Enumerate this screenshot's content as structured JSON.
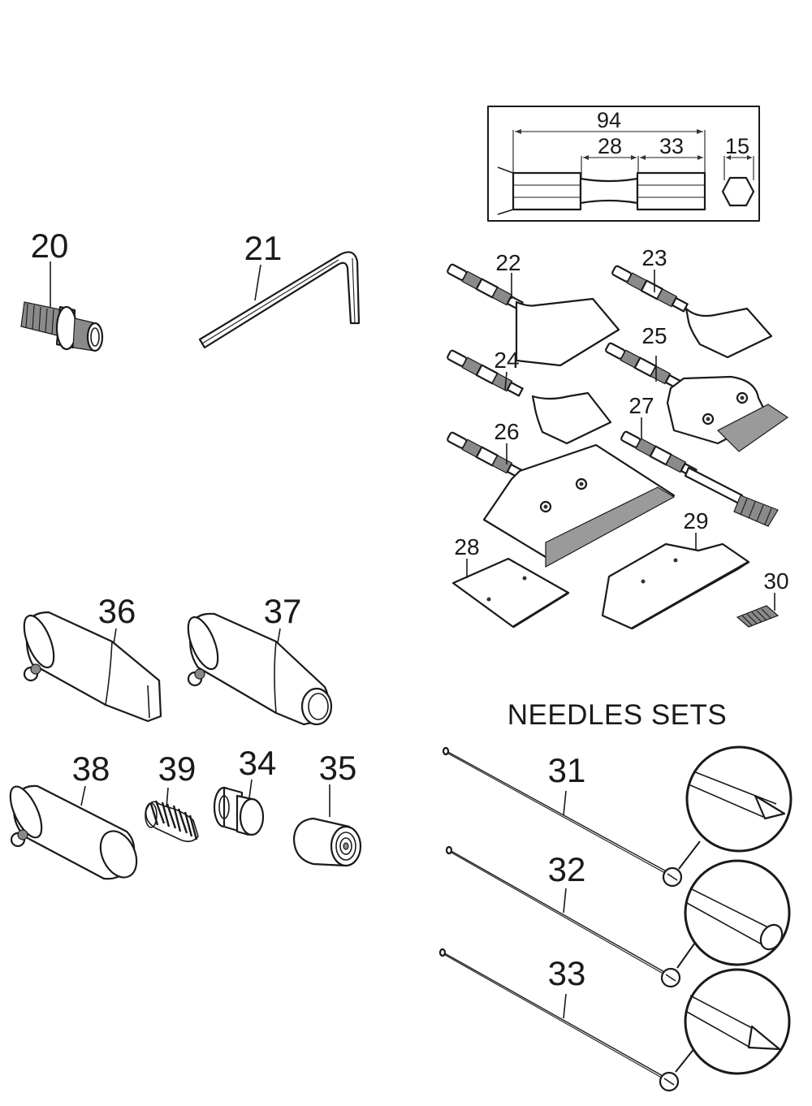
{
  "dimensions": {
    "overall": "94",
    "neck": "28",
    "end": "33",
    "hex": "15"
  },
  "part_labels": {
    "p20": "20",
    "p21": "21",
    "p22": "22",
    "p23": "23",
    "p24": "24",
    "p25": "25",
    "p26": "26",
    "p27": "27",
    "p28": "28",
    "p29": "29",
    "p30": "30",
    "p31": "31",
    "p32": "32",
    "p33": "33",
    "p34": "34",
    "p35": "35",
    "p36": "36",
    "p37": "37",
    "p38": "38",
    "p39": "39"
  },
  "needles_title": "NEEDLES SETS"
}
